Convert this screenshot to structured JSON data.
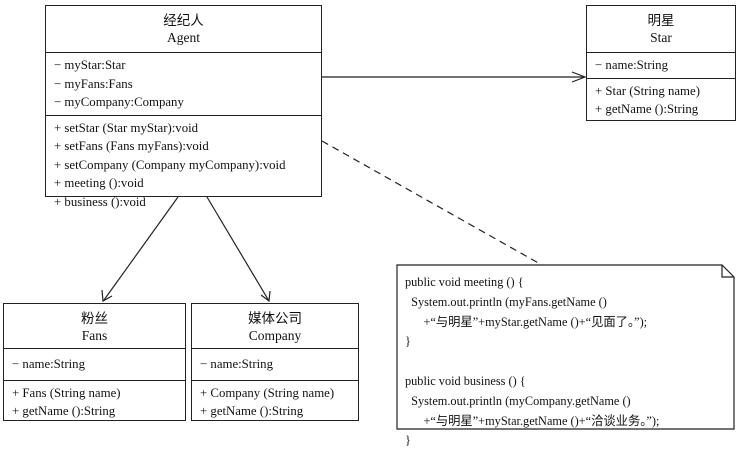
{
  "classes": {
    "agent": {
      "name_cn": "经纪人",
      "name_en": "Agent",
      "attributes": [
        "− myStar:Star",
        "− myFans:Fans",
        "− myCompany:Company"
      ],
      "operations": [
        "+ setStar (Star myStar):void",
        "+ setFans (Fans myFans):void",
        "+ setCompany (Company myCompany):void",
        "+ meeting ():void",
        "+ business ():void"
      ]
    },
    "star": {
      "name_cn": "明星",
      "name_en": "Star",
      "attributes": [
        "− name:String"
      ],
      "operations": [
        "+ Star (String name)",
        "+ getName ():String"
      ]
    },
    "fans": {
      "name_cn": "粉丝",
      "name_en": "Fans",
      "attributes": [
        "− name:String"
      ],
      "operations": [
        "+ Fans (String name)",
        "+ getName ():String"
      ]
    },
    "company": {
      "name_cn": "媒体公司",
      "name_en": "Company",
      "attributes": [
        "− name:String"
      ],
      "operations": [
        "+ Company (String name)",
        "+ getName ():String"
      ]
    }
  },
  "note": {
    "lines": [
      "public void meeting () {",
      "  System.out.println (myFans.getName ()",
      "      +“与明星”+myStar.getName ()+“见面了。”);",
      "}",
      "",
      "public void business () {",
      "  System.out.println (myCompany.getName ()",
      "      +“与明星”+myStar.getName ()+“洽谈业务。”);",
      "}"
    ]
  }
}
